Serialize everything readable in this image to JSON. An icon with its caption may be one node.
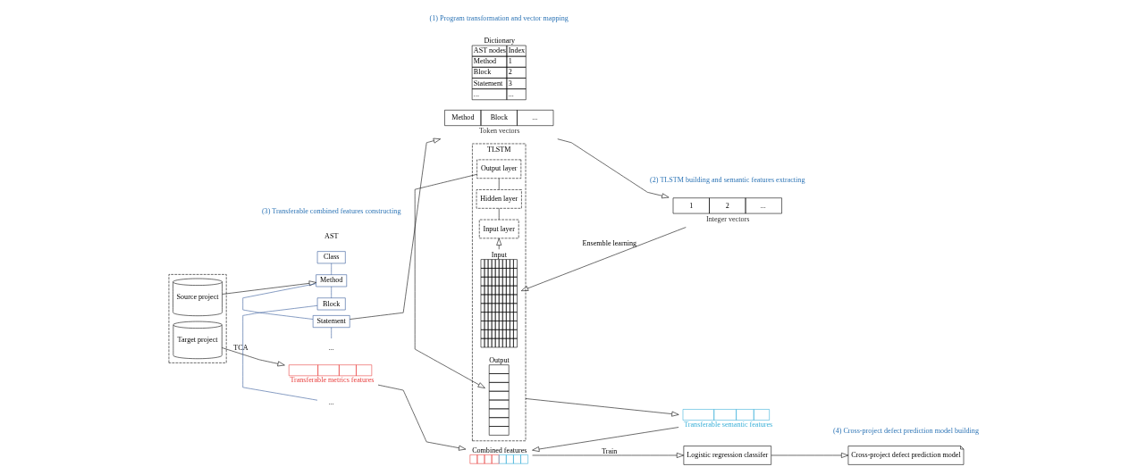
{
  "diagram": {
    "nodes": [
      {
        "text": [],
        "shape": "box"
      },
      {
        "text": [
          "Source project"
        ],
        "in": 0
      },
      {
        "text": [
          "Target project"
        ],
        "in": 0
      },
      {
        "text": [
          "AST"
        ]
      },
      {
        "text": [
          "Class"
        ]
      },
      {
        "text": [
          "Method"
        ]
      },
      {
        "text": [
          "Block"
        ]
      },
      {
        "text": [
          "Statement"
        ]
      },
      {
        "text": [
          "..."
        ]
      },
      {
        "text": [
          "..."
        ]
      },
      {
        "text": [
          "Method",
          "Block",
          "..."
        ],
        "beside": [
          "Token vectors"
        ]
      },
      {
        "text": [
          "Dictionary",
          "AST nodes",
          "Index",
          "Method",
          "1",
          "Block",
          "2",
          "Statement",
          "3",
          "...",
          "..."
        ]
      },
      {
        "text": [
          "1",
          "2",
          "..."
        ],
        "beside": [
          "Integer vectors"
        ]
      },
      {
        "text": [
          "TLSTM"
        ]
      },
      {
        "text": [
          "Input"
        ],
        "in": 13
      },
      {
        "text": [
          "Input layer"
        ],
        "in": 13
      },
      {
        "text": [
          "Hidden layer"
        ],
        "in": 13
      },
      {
        "text": [
          "Output layer"
        ],
        "in": 13
      },
      {
        "text": [
          "Output"
        ],
        "in": 13
      },
      {
        "text": [],
        "shape": "bar",
        "beside": [
          "Transferable semantic features"
        ]
      },
      {
        "text": [
          "Combined features"
        ]
      },
      {
        "text": [],
        "shape": "bar",
        "beside": [
          "Transferable metrics features"
        ]
      },
      {
        "text": [
          "Logistic regression classifer"
        ]
      },
      {
        "text": [
          "Cross-project defect prediction model"
        ]
      }
    ],
    "edges": [
      {
        "from": 1,
        "to": 5,
        "arrow": "to"
      },
      {
        "from": 4,
        "to": 5,
        "arrow": "none",
        "color": "#2e5597"
      },
      {
        "from": 5,
        "to": 6,
        "arrow": "none",
        "color": "#2e5597"
      },
      {
        "from": 5,
        "to": 7,
        "arrow": "none",
        "color": "#2e5597"
      },
      {
        "from": 6,
        "to": 8,
        "arrow": "none",
        "color": "#2e5597"
      },
      {
        "from": 7,
        "to": 9,
        "arrow": "none",
        "color": "#2e5597"
      },
      {
        "from": 7,
        "to": 10,
        "arrow": "to"
      },
      {
        "from": 10,
        "to": 12,
        "arrow": "to"
      },
      {
        "from": 12,
        "to": 14,
        "arrow": "to",
        "label": "Ensemble learning"
      },
      {
        "from": 14,
        "to": 15,
        "arrow": "to"
      },
      {
        "from": 15,
        "to": 16,
        "arrow": "none"
      },
      {
        "from": 16,
        "to": 17,
        "arrow": "none"
      },
      {
        "from": 17,
        "to": 18,
        "arrow": "to"
      },
      {
        "from": 13,
        "to": 19,
        "arrow": "to"
      },
      {
        "from": 19,
        "to": 20,
        "arrow": "to"
      },
      {
        "from": 2,
        "to": 21,
        "arrow": "to",
        "label": "TCA"
      },
      {
        "from": 21,
        "to": 20,
        "arrow": "to"
      },
      {
        "from": 20,
        "to": 22,
        "arrow": "to",
        "label": "Train"
      },
      {
        "from": 22,
        "to": 23,
        "arrow": "to"
      }
    ],
    "labels": [
      "(1) Program transformation and vector mapping",
      "(2) TLSTM building and semantic features extracting",
      "(3) Transferable combined features constructing",
      "(4) Cross-project defect prediction model building"
    ]
  }
}
